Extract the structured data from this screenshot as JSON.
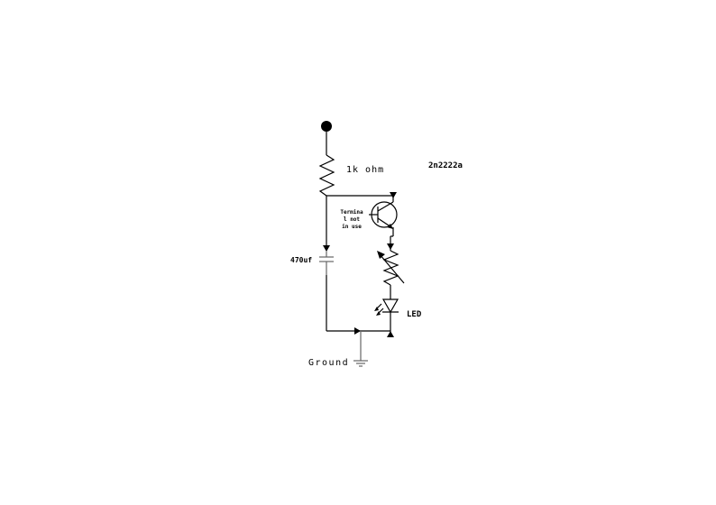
{
  "diagram": {
    "labels": {
      "resistor": "1k ohm",
      "transistor": "2n2222a",
      "terminal_note_line1": "Termina",
      "terminal_note_line2": "l not",
      "terminal_note_line3": "in use",
      "capacitor": "470uf",
      "led": "LED",
      "ground": "Ground"
    }
  }
}
